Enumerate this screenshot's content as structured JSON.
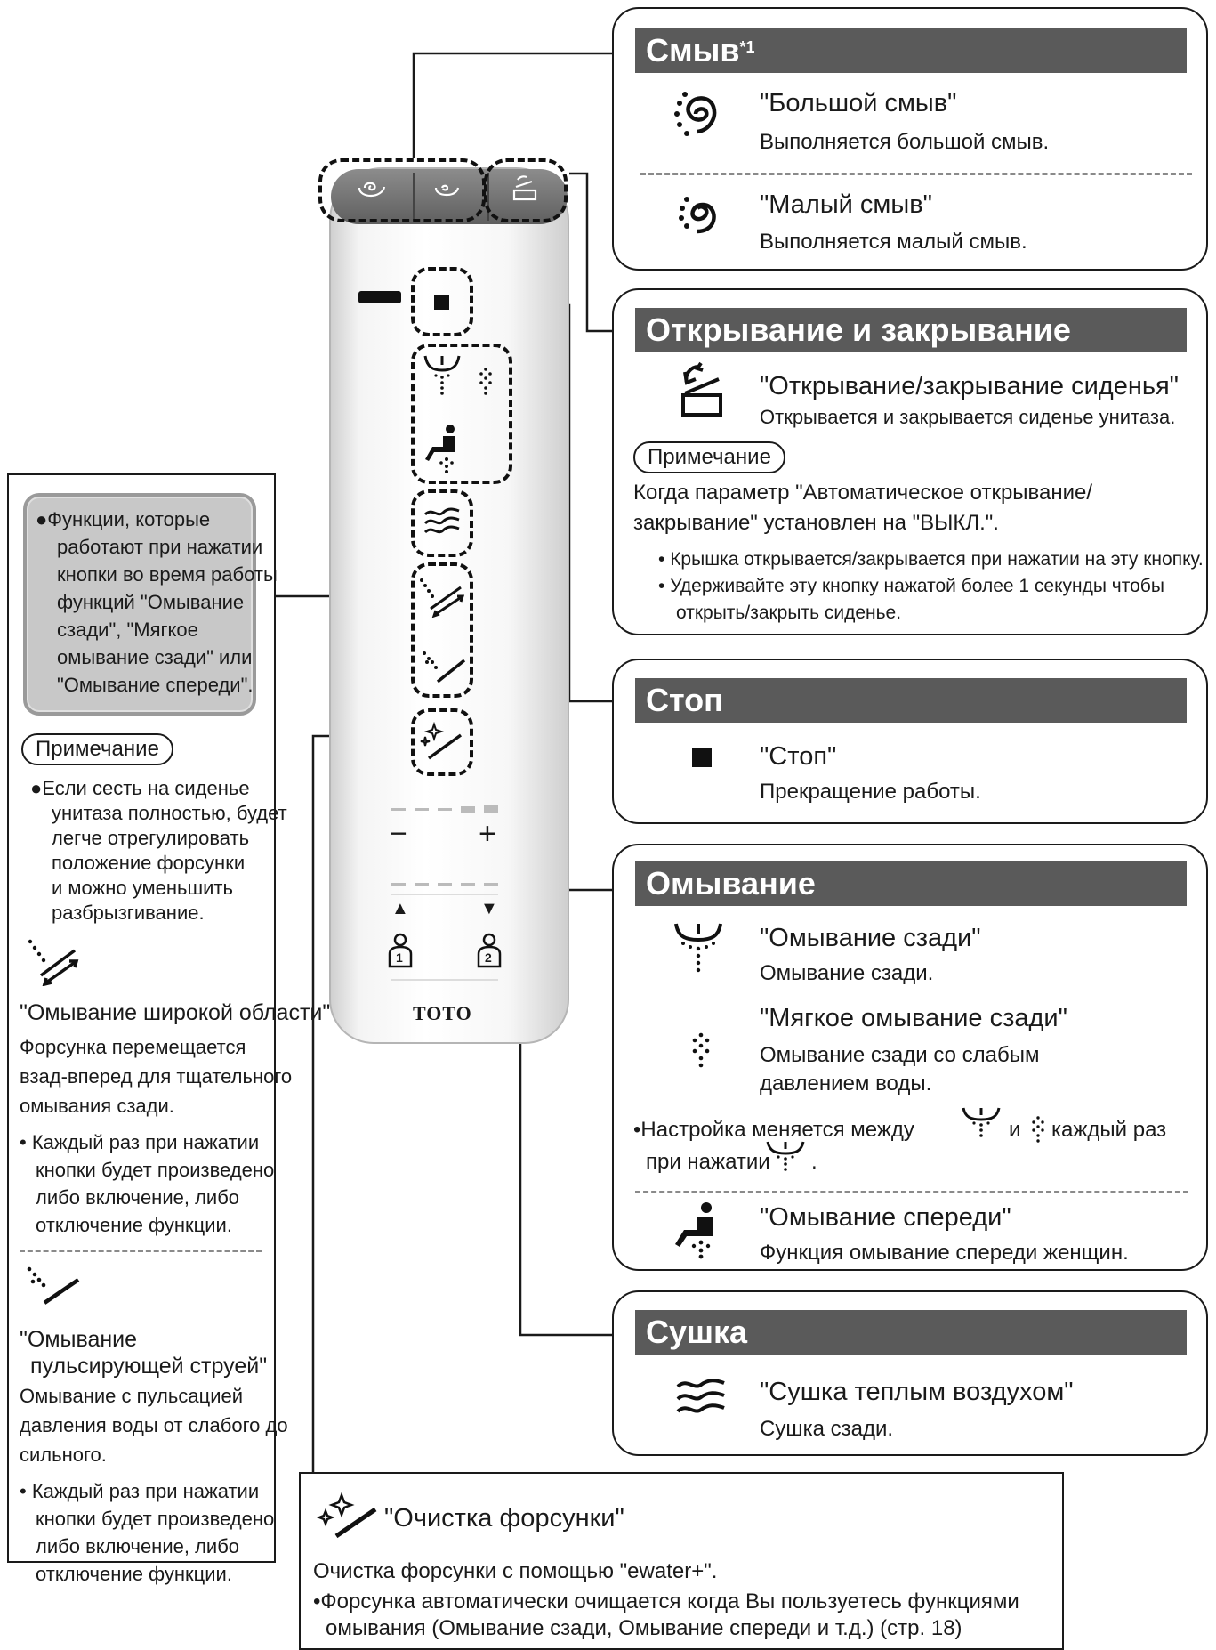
{
  "flush": {
    "title": "Смыв",
    "title_sup": "*1",
    "big": {
      "name": "\"Большой смыв\"",
      "desc": "Выполняется большой смыв."
    },
    "small": {
      "name": "\"Малый смыв\"",
      "desc": "Выполняется малый смыв."
    }
  },
  "open_close": {
    "title": "Открывание и закрывание",
    "item": {
      "name": "\"Открывание/закрывание сиденья\"",
      "desc": "Открывается и закрывается сиденье унитаза."
    },
    "note_label": "Примечание",
    "note_lines": [
      "Когда параметр \"Автоматическое открывание/",
      "закрывание\" установлен на \"ВЫКЛ.\"."
    ],
    "bullets": [
      "Крышка открывается/закрывается при нажатии на эту кнопку.",
      "Удерживайте эту кнопку нажатой более 1 секунды чтобы",
      "открыть/закрыть сиденье."
    ]
  },
  "stop": {
    "title": "Стоп",
    "name": "\"Стоп\"",
    "desc": "Прекращение работы."
  },
  "wash": {
    "title": "Омывание",
    "rear": {
      "name": "\"Омывание сзади\"",
      "desc": "Омывание сзади."
    },
    "soft": {
      "name": "\"Мягкое омывание сзади\"",
      "desc1": "Омывание сзади со слабым",
      "desc2": "давлением воды."
    },
    "toggle_a": "Настройка меняется между",
    "toggle_b": "и",
    "toggle_c": "каждый раз",
    "toggle_d": "при нажатии",
    "toggle_e": ".",
    "front": {
      "name": "\"Омывание спереди\"",
      "desc": "Функция омывание спереди женщин."
    }
  },
  "dry": {
    "title": "Сушка",
    "name": "\"Сушка теплым воздухом\"",
    "desc": "Сушка сзади."
  },
  "nozzle_clean": {
    "name": "\"Очистка форсунки\"",
    "desc": "Очистка форсунки с помощью \"ewater+\".",
    "bullet1": "Форсунка автоматически очищается когда Вы пользуетесь функциями",
    "bullet2": "омывания (Омывание сзади, Омывание спереди и т.д.) (стр. 18)"
  },
  "left": {
    "gray_box": [
      "Функции, которые",
      "работают при нажатии",
      "кнопки во время работы",
      "функций \"Омывание",
      "сзади\", \"Мягкое",
      "омывание сзади\" или",
      "\"Омывание спереди\"."
    ],
    "note_label": "Примечание",
    "note_lines": [
      "Если сесть на сиденье",
      "унитаза полностью, будет",
      "легче отрегулировать",
      "положение форсунки",
      "и можно уменьшить",
      "разбрызгивание."
    ],
    "wide": {
      "name": "\"Омывание широкой области\"",
      "desc": [
        "Форсунка перемещается",
        "взад-вперед для тщательного",
        "омывания сзади."
      ],
      "bullet": [
        "Каждый раз при нажатии",
        "кнопки будет произведено",
        "либо включение, либо",
        "отключение функции."
      ]
    },
    "pulse": {
      "name1": "\"Омывание",
      "name2": "пульсирующей струей\"",
      "desc": [
        "Омывание с пульсацией",
        "давления воды от слабого до",
        "сильного."
      ],
      "bullet": [
        "Каждый раз при нажатии",
        "кнопки будет произведено",
        "либо включение, либо",
        "отключение функции."
      ]
    }
  },
  "remote": {
    "minus": "−",
    "plus": "+",
    "up": "▲",
    "down": "▼",
    "user1": "1",
    "user2": "2",
    "brand": "TOTO"
  },
  "colors": {
    "bar": "#5a5a5a",
    "line": "#1a1a1a",
    "dash": "#8a8a8a",
    "graybox": "#c8c8c8"
  }
}
